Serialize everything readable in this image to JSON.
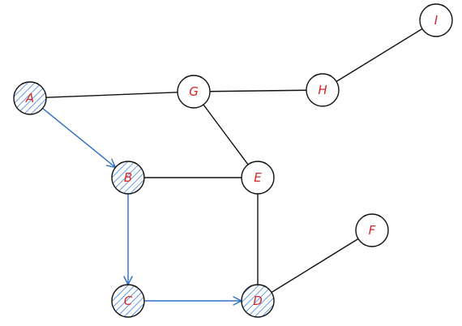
{
  "graph": {
    "nodes": [
      {
        "id": "A",
        "label": "A",
        "hatched": true
      },
      {
        "id": "B",
        "label": "B",
        "hatched": true
      },
      {
        "id": "C",
        "label": "C",
        "hatched": true
      },
      {
        "id": "D",
        "label": "D",
        "hatched": true
      },
      {
        "id": "E",
        "label": "E",
        "hatched": false
      },
      {
        "id": "F",
        "label": "F",
        "hatched": false
      },
      {
        "id": "G",
        "label": "G",
        "hatched": false
      },
      {
        "id": "H",
        "label": "H",
        "hatched": false
      },
      {
        "id": "I",
        "label": "I",
        "hatched": false
      }
    ],
    "edges": [
      {
        "from": "A",
        "to": "G",
        "directed": false
      },
      {
        "from": "G",
        "to": "H",
        "directed": false
      },
      {
        "from": "H",
        "to": "I",
        "directed": false
      },
      {
        "from": "G",
        "to": "E",
        "directed": false
      },
      {
        "from": "B",
        "to": "E",
        "directed": false
      },
      {
        "from": "E",
        "to": "D",
        "directed": false
      },
      {
        "from": "D",
        "to": "F",
        "directed": false
      },
      {
        "from": "A",
        "to": "B",
        "directed": true
      },
      {
        "from": "B",
        "to": "C",
        "directed": true
      },
      {
        "from": "C",
        "to": "D",
        "directed": true
      }
    ]
  },
  "colors": {
    "label": "#d62728",
    "edge": "#111111",
    "path": "#2e6fc4",
    "hatch": "#3b7dd8",
    "node_stroke": "#111111",
    "node_fill": "#ffffff"
  }
}
